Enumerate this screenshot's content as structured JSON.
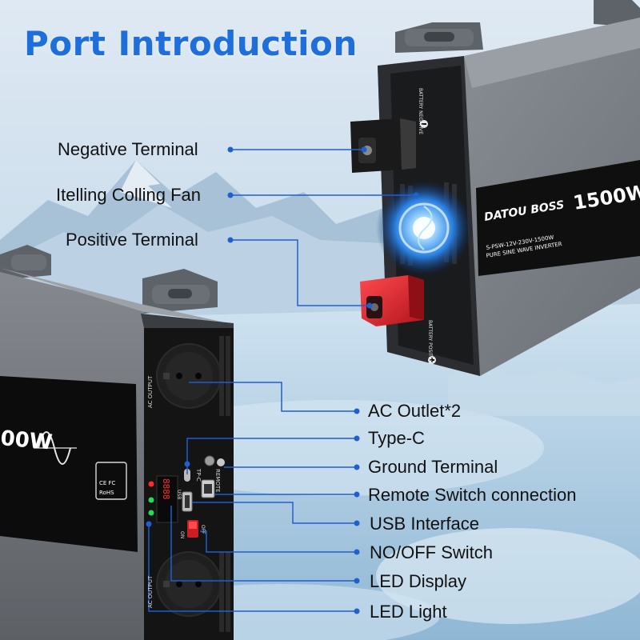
{
  "title": "Port Introduction",
  "callouts_left": [
    {
      "id": "negative-terminal",
      "label": "Negative Terminal"
    },
    {
      "id": "cooling-fan",
      "label": "Itelling Colling Fan"
    },
    {
      "id": "positive-terminal",
      "label": "Positive Terminal"
    }
  ],
  "callouts_right": [
    {
      "id": "ac-outlet",
      "label": "AC Outlet*2"
    },
    {
      "id": "type-c",
      "label": "Type-C"
    },
    {
      "id": "ground-terminal",
      "label": "Ground Terminal"
    },
    {
      "id": "remote-switch",
      "label": "Remote Switch connection"
    },
    {
      "id": "usb-interface",
      "label": "USB Interface"
    },
    {
      "id": "power-switch",
      "label": "NO/OFF Switch"
    },
    {
      "id": "led-display",
      "label": "LED Display"
    },
    {
      "id": "led-light",
      "label": "LED Light"
    }
  ],
  "inverter_top": {
    "brand": "DATOU BOSS",
    "power": "1500W",
    "model": "S-PSW-12V-230V-1500W",
    "subtitle": "PURE SINE WAVE INVERTER",
    "battery_negative": "BATTERY NEGATIVE",
    "battery_positive": "BATTERY POSITIVE"
  },
  "inverter_front": {
    "power_fragment": "00W",
    "ac_output": "AC OUTPUT",
    "tp_c": "TP-C",
    "usb": "USB",
    "remote": "REMOTE",
    "on": "ON",
    "off": "OFF",
    "display": "8888",
    "ce_fc": "CE FC",
    "rohs": "RoHS"
  },
  "colors": {
    "accent_blue": "#1e6fdc",
    "line_blue": "#1f5fd0",
    "body_grey": "#7c8086",
    "panel_black": "#151515",
    "terminal_red": "#d9232c",
    "led_red": "#ff2b2b",
    "led_green": "#22dd55"
  }
}
